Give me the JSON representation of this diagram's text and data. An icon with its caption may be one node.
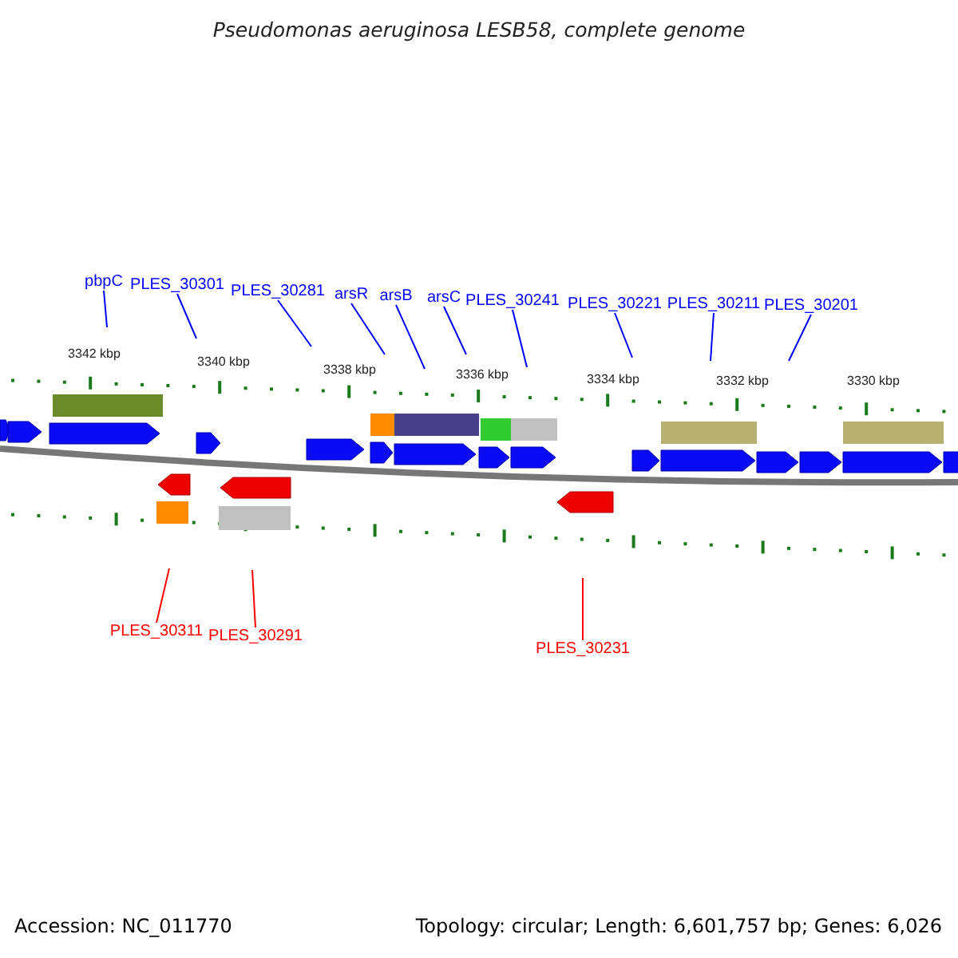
{
  "diagram": {
    "title": "Pseudomonas aeruginosa LESB58, complete genome",
    "nodes": [
      {
        "text": [
          "pbpC"
        ]
      },
      {
        "text": [
          "PLES_30301"
        ]
      },
      {
        "text": [
          "PLES_30281"
        ]
      },
      {
        "text": [
          "arsR"
        ]
      },
      {
        "text": [
          "arsB"
        ]
      },
      {
        "text": [
          "arsC"
        ]
      },
      {
        "text": [
          "PLES_30241"
        ]
      },
      {
        "text": [
          "PLES_30221"
        ]
      },
      {
        "text": [
          "PLES_30211"
        ]
      },
      {
        "text": [
          "PLES_30201"
        ]
      },
      {
        "text": [
          "PLES_30311"
        ]
      },
      {
        "text": [
          "PLES_30291"
        ]
      },
      {
        "text": [
          "PLES_30231"
        ]
      }
    ],
    "edges": [
      {
        "from": 0,
        "to": null,
        "arrow": "none"
      },
      {
        "from": 1,
        "to": null,
        "arrow": "none"
      },
      {
        "from": 2,
        "to": null,
        "arrow": "none"
      },
      {
        "from": 3,
        "to": null,
        "arrow": "none"
      },
      {
        "from": 4,
        "to": null,
        "arrow": "none"
      },
      {
        "from": 5,
        "to": null,
        "arrow": "none"
      },
      {
        "from": 6,
        "to": null,
        "arrow": "none"
      },
      {
        "from": 7,
        "to": null,
        "arrow": "none"
      },
      {
        "from": 8,
        "to": null,
        "arrow": "none"
      },
      {
        "from": 9,
        "to": null,
        "arrow": "none"
      },
      {
        "from": 10,
        "to": null,
        "arrow": "none",
        "color": "#ff0000"
      },
      {
        "from": 11,
        "to": null,
        "arrow": "none",
        "color": "#ff0000"
      },
      {
        "from": 12,
        "to": null,
        "arrow": "none",
        "color": "#ff0000"
      }
    ],
    "labels": [
      "3342 kbp",
      "3340 kbp",
      "3338 kbp",
      "3336 kbp",
      "3334 kbp",
      "3332 kbp",
      "3330 kbp",
      "Accession: NC_011770",
      "Topology: circular; Length: 6,601,757 bp; Genes: 6,026"
    ]
  }
}
